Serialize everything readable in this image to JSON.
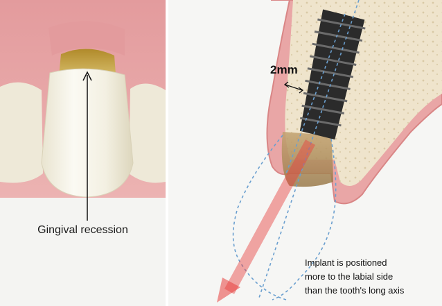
{
  "left_panel": {
    "label": "Gingival recession"
  },
  "right_panel": {
    "measurement_label": "2mm",
    "note_lines": [
      "Implant is positioned",
      "more to the labial side",
      "than the tooth's long axis"
    ]
  },
  "colors": {
    "gum": "#e9a6a6",
    "gum_dark": "#d98686",
    "bone": "#efe4cc",
    "tooth": "#f6f3e8",
    "implant": "#2b2b2b",
    "axis_arrow": "#e8403e",
    "guide_line": "#6a9fcf"
  }
}
